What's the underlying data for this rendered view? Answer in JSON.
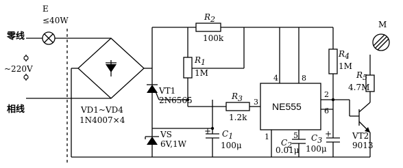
{
  "labels": {
    "lamp": "E",
    "lamp_power": "≤40W",
    "neutral": "零线",
    "mains": "~220V",
    "live": "相线",
    "bridge_ref": "VD1~VD4",
    "bridge_part": "1N4007×4",
    "scr_ref": "VT1",
    "scr_part": "2N6565",
    "zener_ref": "VS",
    "zener_part": "6V,1W",
    "r2_ref": "R",
    "r2_sub": "2",
    "r2_val": "100k",
    "r1_ref": "R",
    "r1_sub": "1",
    "r1_val": "1M",
    "r3_ref": "R",
    "r3_sub": "3",
    "r3_val": "1.2k",
    "c1_ref": "C",
    "c1_sub": "1",
    "c1_val": "100μ",
    "ic": "NE555",
    "pin4": "4",
    "pin8": "8",
    "pin3": "3",
    "pin2": "2",
    "pin6": "6",
    "pin1": "1",
    "pin5": "5",
    "c2_ref": "C",
    "c2_sub": "2",
    "c2_val": "0.01μ",
    "c3_ref": "C",
    "c3_sub": "3",
    "c3_val": "100μ",
    "r4_ref": "R",
    "r4_sub": "4",
    "r4_val": "1M",
    "r5_ref": "R",
    "r5_sub": "5",
    "r5_val": "4.7M",
    "vt2_ref": "VT2",
    "vt2_part": "9013",
    "sensor": "M",
    "plus1": "+",
    "plus3": "+"
  }
}
